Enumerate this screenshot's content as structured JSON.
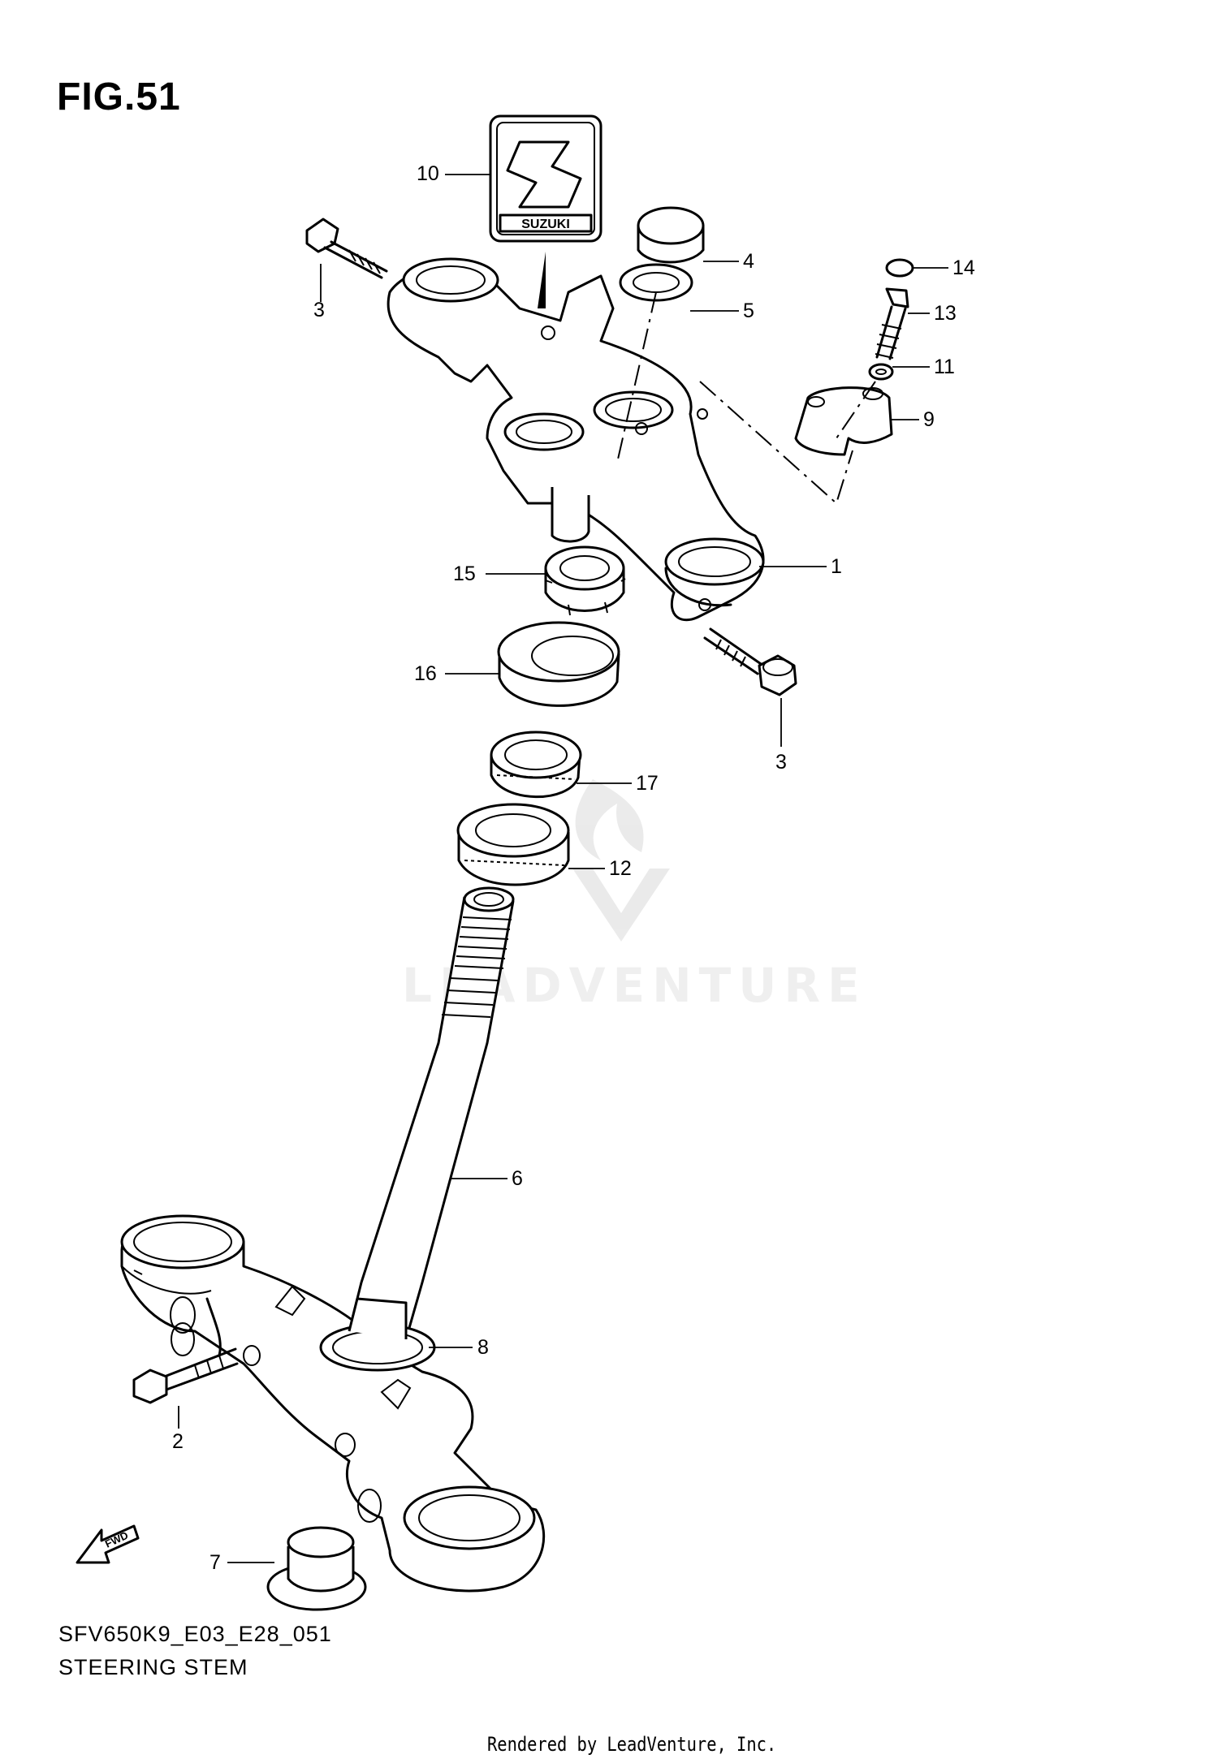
{
  "figure": {
    "title": "FIG.51",
    "model_code": "SFV650K9_E03_E28_051",
    "section_name": "STEERING STEM"
  },
  "callouts": [
    {
      "id": "1",
      "label": "1"
    },
    {
      "id": "2",
      "label": "2"
    },
    {
      "id": "3a",
      "label": "3"
    },
    {
      "id": "3b",
      "label": "3"
    },
    {
      "id": "4",
      "label": "4"
    },
    {
      "id": "5",
      "label": "5"
    },
    {
      "id": "6",
      "label": "6"
    },
    {
      "id": "7",
      "label": "7"
    },
    {
      "id": "8",
      "label": "8"
    },
    {
      "id": "9",
      "label": "9"
    },
    {
      "id": "10",
      "label": "10"
    },
    {
      "id": "11",
      "label": "11"
    },
    {
      "id": "12",
      "label": "12"
    },
    {
      "id": "13",
      "label": "13"
    },
    {
      "id": "14",
      "label": "14"
    },
    {
      "id": "15",
      "label": "15"
    },
    {
      "id": "16",
      "label": "16"
    },
    {
      "id": "17",
      "label": "17"
    }
  ],
  "emblem_text": "SUZUKI",
  "direction_arrow_text": "FWD",
  "watermark_text": "LEADVENTURE",
  "credit": "Rendered by LeadVenture, Inc."
}
